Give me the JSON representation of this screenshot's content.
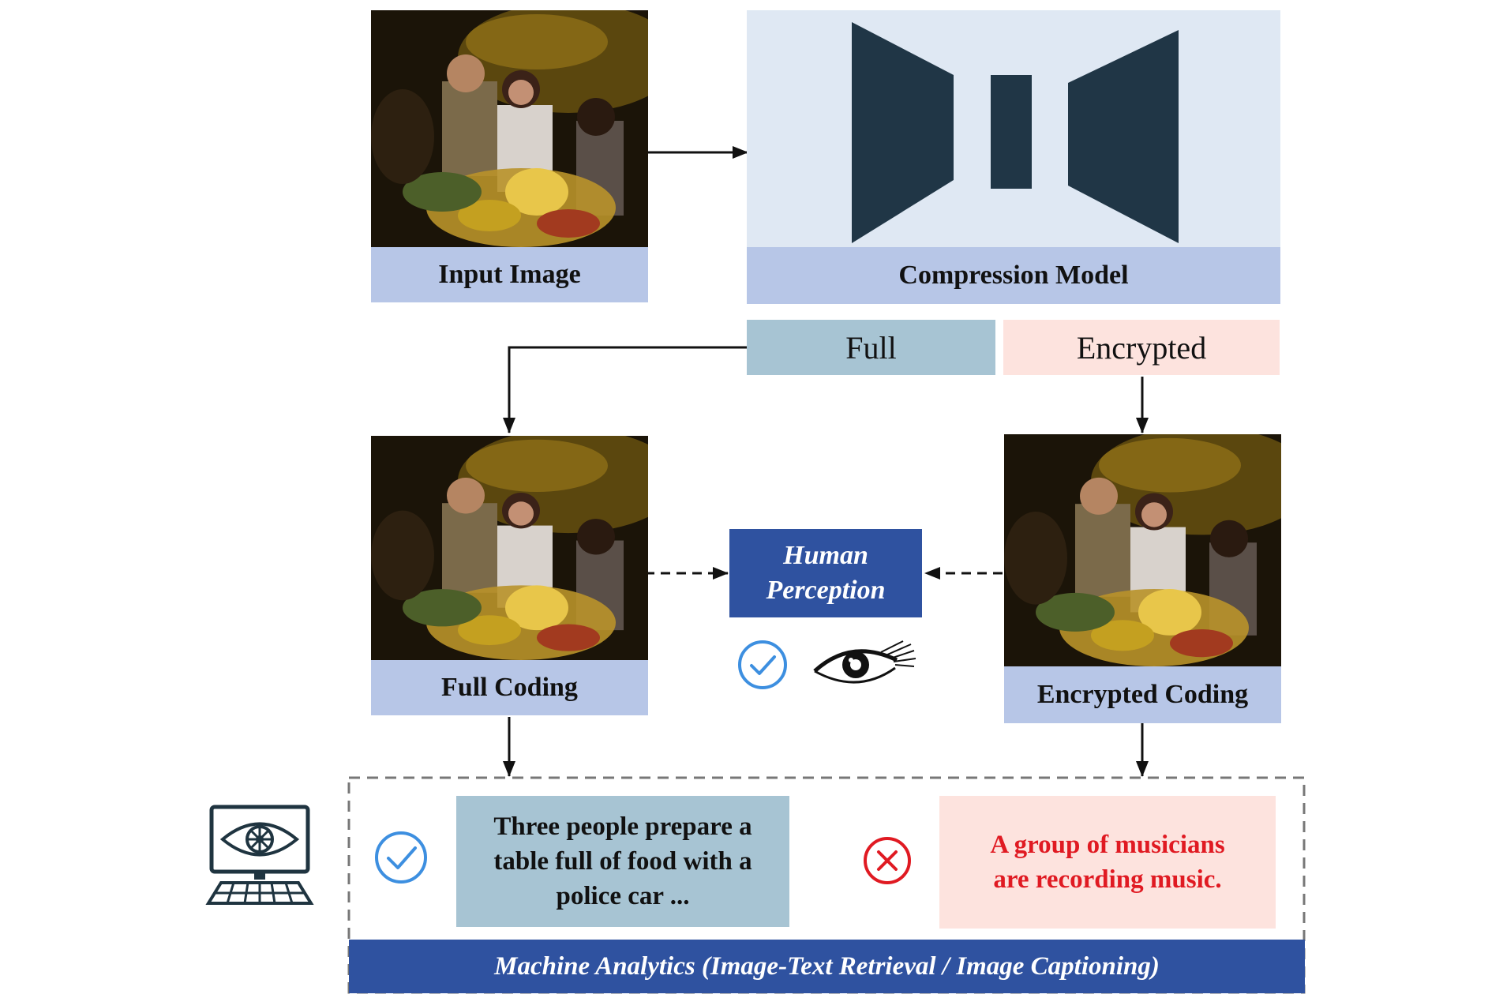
{
  "input": {
    "label": "Input Image"
  },
  "compression": {
    "label": "Compression Model"
  },
  "modes": {
    "full": "Full",
    "encrypted": "Encrypted"
  },
  "full_coding": {
    "label": "Full Coding"
  },
  "encrypted_coding": {
    "label": "Encrypted Coding"
  },
  "human": {
    "line1": "Human",
    "line2": "Perception"
  },
  "captions": {
    "correct": [
      "Three people prepare a",
      "table full of food with a",
      "police car ..."
    ],
    "wrong": [
      "A group of musicians",
      "are recording music."
    ]
  },
  "analytics": {
    "label": "Machine Analytics (Image-Text Retrieval / Image Captioning)"
  },
  "icons": [
    "check-circle-icon",
    "eye-icon",
    "cross-circle-icon",
    "computer-vision-icon",
    "autoencoder-icon"
  ],
  "colors": {
    "label_bar": "#b7c6e7",
    "model_bg": "#dfe8f3",
    "model_shape": "#203646",
    "full_tag": "#a7c4d3",
    "encrypted_tag": "#fde3de",
    "human_box": "#2f52a0",
    "check": "#3d8fe0",
    "cross": "#e01a22",
    "wrong_text": "#e01a22"
  }
}
